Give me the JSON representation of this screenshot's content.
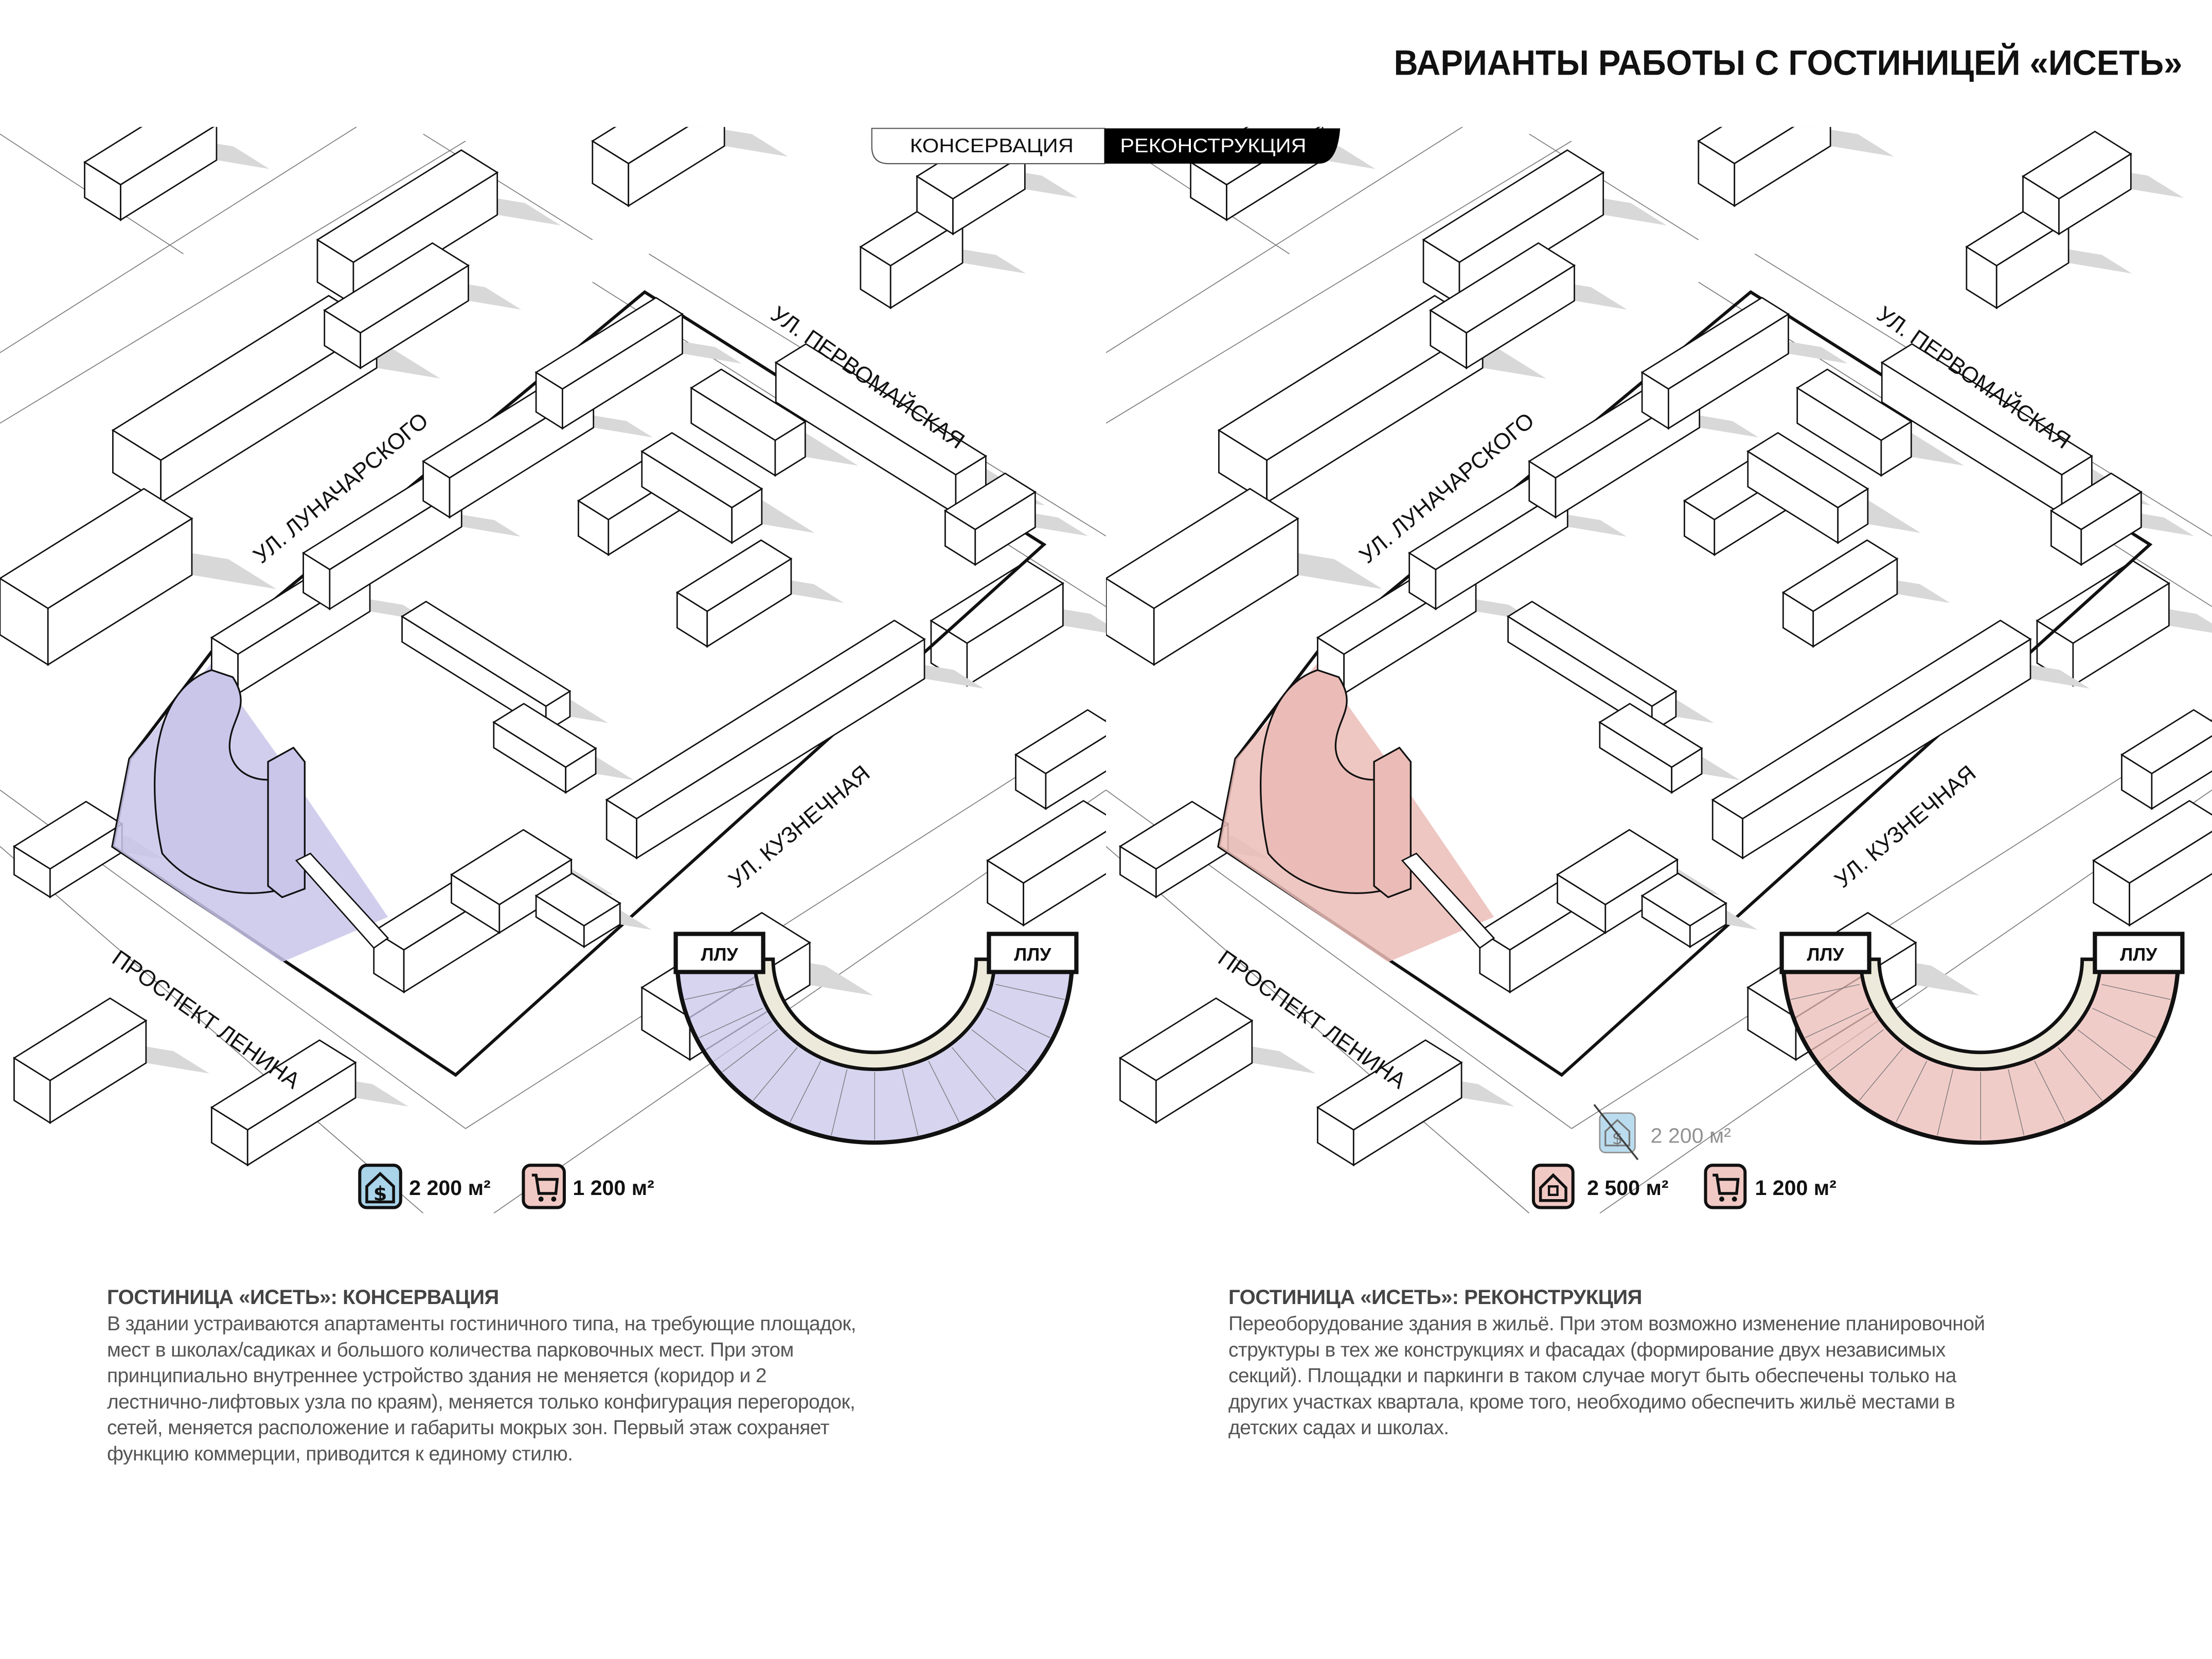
{
  "title": "ВАРИАНТЫ РАБОТЫ С ГОСТИНИЦЕЙ «ИСЕТЬ»",
  "toggle": {
    "left": "КОНСЕРВАЦИЯ",
    "right": "РЕКОНСТРУКЦИЯ",
    "active": "right"
  },
  "streets": {
    "lunacharskogo": "УЛ. ЛУНАЧАРСКОГО",
    "pervomayskaya": "УЛ. ПЕРВОМАЙСКАЯ",
    "kuznechnaya": "УЛ. КУЗНЕЧНАЯ",
    "lenina": "ПРОСПЕКТ ЛЕНИНА"
  },
  "plan_labels": {
    "left_core": "ЛЛУ",
    "right_core": "ЛЛУ"
  },
  "panels": {
    "conservation": {
      "highlight_color": "#c9c6ea",
      "stats": [
        {
          "icon": "house-dollar-icon",
          "value": "2 200 м²",
          "color": "#a9d4ea"
        },
        {
          "icon": "cart-icon",
          "value": "1 200 м²",
          "color": "#f1c9c4"
        }
      ]
    },
    "reconstruction": {
      "highlight_color": "#ebbcb7",
      "removed_stat": {
        "icon": "house-dollar-icon",
        "value": "2 200 м²",
        "color": "#a9d4ea"
      },
      "stats": [
        {
          "icon": "house-icon",
          "value": "2 500 м²",
          "color": "#f1c9c4"
        },
        {
          "icon": "cart-icon",
          "value": "1 200 м²",
          "color": "#f1c9c4"
        }
      ]
    }
  },
  "descriptions": {
    "conservation": {
      "heading": "ГОСТИНИЦА «ИСЕТЬ»: КОНСЕРВАЦИЯ",
      "lines": [
        "В здании устраиваются апартаменты гостиничного типа, на требующие площадок,",
        "мест в школах/садиках и большого количества парковочных мест. При этом",
        "принципиально внутреннее устройство здания не меняется (коридор и 2",
        "лестнично-лифтовых узла по краям), меняется только конфигурация перегородок,",
        "сетей, меняется расположение и габариты мокрых зон. Первый этаж сохраняет",
        "функцию коммерции, приводится к единому стилю."
      ]
    },
    "reconstruction": {
      "heading": "ГОСТИНИЦА «ИСЕТЬ»: РЕКОНСТРУКЦИЯ",
      "lines": [
        "Переоборудование здания в жильё. При этом возможно изменение планировочной",
        "структуры в тех же конструкциях и фасадах (формирование двух независимых",
        "секций). Площадки и паркинги в таком случае могут быть обеспечены только на",
        "других участках квартала, кроме того, необходимо обеспечить жильё местами в",
        "детских садах и школах."
      ]
    }
  }
}
